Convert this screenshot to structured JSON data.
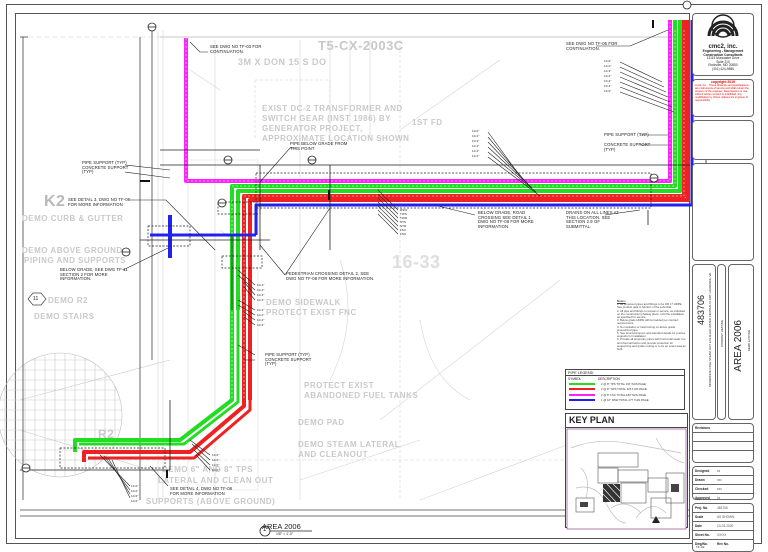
{
  "sheet": {
    "type": "Engineering piping plan drawing",
    "colors": {
      "pipe_green": "#22dd22",
      "pipe_red": "#ee2222",
      "pipe_magenta": "#ff22ff",
      "pipe_blue": "#2222ee",
      "leader": "#222222",
      "background_linework": "#cfcfcf",
      "copyright_red": "#dd0000"
    }
  },
  "background_text": {
    "bldg_id": "T5-CX-2003C",
    "remove_text": "3M X DON 15 S DO",
    "transformer": [
      "EXIST DC-2 TRANSFORMER AND",
      "SWITCH GEAR (INST 1986) BY",
      "GENERATOR PROJECT,",
      "APPROXIMATE LOCATION SHOWN"
    ],
    "k2": "K2",
    "demo_curb": "DEMO CURB & GUTTER",
    "demo_piping": [
      "DEMO ABOVE GROUND",
      "PIPING AND SUPPORTS"
    ],
    "hex_number": "11",
    "demo_r2": "DEMO R2",
    "demo_stairs": "DEMO STAIRS",
    "grid_16_33": "16-33",
    "demo_sidewalk": "DEMO SIDEWALK",
    "protect_exist_fnc": "PROTECT EXIST FNC",
    "protect_tanks": [
      "PROTECT EXIST",
      "ABANDONED FUEL TANKS"
    ],
    "demo_pad": "DEMO PAD",
    "demo_lateral": [
      "DEMO 6\" AND 8\" TPS",
      "LATERAL AND CLEAN OUT"
    ],
    "demo_steam": [
      "DEMO STEAM LATERAL",
      "AND CLEANOUT"
    ],
    "demo_supports": "SUPPORTS (ABOVE GROUND)",
    "r2": "R2",
    "first_floor": "1ST FD"
  },
  "callouts": {
    "c1": [
      "SEE DWG NO TF-03 FOR",
      "CONTINUATION."
    ],
    "c2": [
      "SEE DWG NO TF-05 FOR",
      "CONTINUATION."
    ],
    "c3": [
      "PIPE BELOW GRADE FROM",
      "THIS POINT"
    ],
    "c4": [
      "PIPE SUPPORT (TYP)",
      "CONCRETE SUPPORT",
      "(TYP)"
    ],
    "c5": [
      "SEE DETAIL 3, DWG NO TF-08",
      "FOR MORE INFORMATION"
    ],
    "c6": [
      "BELOW GRADE, SEE DWG TF-11",
      "SECTION 2 FOR MORE",
      "INFORMATION."
    ],
    "c7": [
      "PEDESTRIAN CROSSING DETAIL 2, SEE",
      "DWG NO TF-08 FOR MORE INFORMATION."
    ],
    "c8": [
      "BELOW GRADE, ROAD",
      "CROSSING SEE DETAIL 1",
      "DWG NO TF-08 FOR MORE",
      "INFORMATION."
    ],
    "c9": [
      "DRAINS ON ALL LINES AT",
      "THIS LOCATION. SEE",
      "SECTION 2.9 OF",
      "SUBMITTAL."
    ],
    "c10": [
      "PIPE SUPPORT (TYP)"
    ],
    "c11": [
      "CONCRETE SUPPORT",
      "(TYP)"
    ],
    "c12": [
      "PIPE SUPPORT (TYP)",
      "CONCRETE SUPPORT",
      "(TYP)"
    ],
    "c13": [
      "SEE DETAIL 4, DWG NO TF-08",
      "FOR MORE INFORMATION"
    ]
  },
  "pipe_tags": {
    "top_right": [
      "10.0\"",
      "10.2\"",
      "10.3\"",
      "10.2\"",
      "10.2\"",
      "10.2\"",
      "10.0\""
    ],
    "mid_horizontal": [
      "RSW",
      "TWS",
      "TWR",
      "STS",
      "STR",
      "FSC",
      "FSC"
    ],
    "left_vertical": [
      "10.4\"",
      "10.4\"",
      "10.4\"",
      "10.4\""
    ],
    "bottom_left": [
      "10.0\"",
      "10.0\"",
      "10.0\"",
      "10.0\""
    ],
    "bottom_diag": [
      "10.0\"",
      "10.0\"",
      "10.0\"",
      "10.0\""
    ]
  },
  "view_title": {
    "number": "1",
    "title": "AREA 2006",
    "scale": "1/8\" = 1'-0\""
  },
  "notes": {
    "heading": "Notes:",
    "items": [
      "1. All proposed pipes and fittings to be DR 17 HDPE. See product data in Section of the submittal.",
      "2. All pipe and fittings to remain in service, as indicated on the construction phasing plans, until the installation as specified for service.",
      "3. Below grade HDPE will be bedded per contract requirements.",
      "4. No insulation or heat tracing on above grade pressurized pipe.",
      "5. See structural specs and standard details for precise supports for installation.",
      "6. Provide all temporary pipes with horizontal seals, fire and thermal barrier and provide protection for sequencing and grade routing or to be an exact area as built."
    ]
  },
  "pipe_legend": {
    "title": "PIPE LEGEND",
    "col_symbol": "SYMBOL",
    "col_description": "DESCRIPTION",
    "rows": [
      {
        "color": "#22dd22",
        "description": "2 @ 8\" TPS TOTAL 337 THIS PAGE"
      },
      {
        "color": "#ee2222",
        "description": "2 @ 8\" TWS TOTAL 325 THIS PAGE"
      },
      {
        "color": "#ff22ff",
        "description": "2 @ 8\" FSC TOTAL 180 THIS PAGE"
      },
      {
        "color": "#2222ee",
        "description": "1 @ 10\" RSW TOTAL 277 THIS PAGE"
      }
    ]
  },
  "key_plan": {
    "title": "KEY PLAN"
  },
  "title_block": {
    "company": "cmc2, inc.",
    "tagline": [
      "Engineering - Management",
      "Construction Consultants"
    ],
    "address": [
      "13115 Muncaster Drive",
      "Suite 210",
      "Rockville, MD 20850",
      "(301) 424-9856"
    ],
    "copyright_title": "copyright 2019",
    "copyright_text": "cmc2, Inc. - These drawings and specifications are instruments of service and shall remain the property of the engineer. Reproduction or use without written consent is prohibited. Any modification by others relieves the engineer of responsibility.",
    "project_number": "483706",
    "project_name": "MODERNIZE COLE STEAM, HOT & CHILLED WATER CENTRAL PLANT, LAURENCE, VA",
    "sheet_discipline": "COMPANY HEATING",
    "area": "AREA 2006",
    "sheet_desc": "DEMO & PIPING",
    "revisions_label": "Revisions",
    "signoffs": [
      {
        "label": "Designed",
        "value": "xx"
      },
      {
        "label": "Drawn",
        "value": "xxx"
      },
      {
        "label": "Checked",
        "value": "xxx"
      },
      {
        "label": "Approved",
        "value": "xx"
      }
    ],
    "info": [
      {
        "label": "Proj. No.",
        "value": "483706"
      },
      {
        "label": "Scale",
        "value": "AS SHOWN"
      },
      {
        "label": "Date",
        "value": "10-03-2020"
      },
      {
        "label": "Sheet No.",
        "value": "XX/XX"
      }
    ],
    "dwg_label": "Dwg/No.",
    "rev_label": "Rev No.",
    "dwg_value": "TF-02"
  }
}
